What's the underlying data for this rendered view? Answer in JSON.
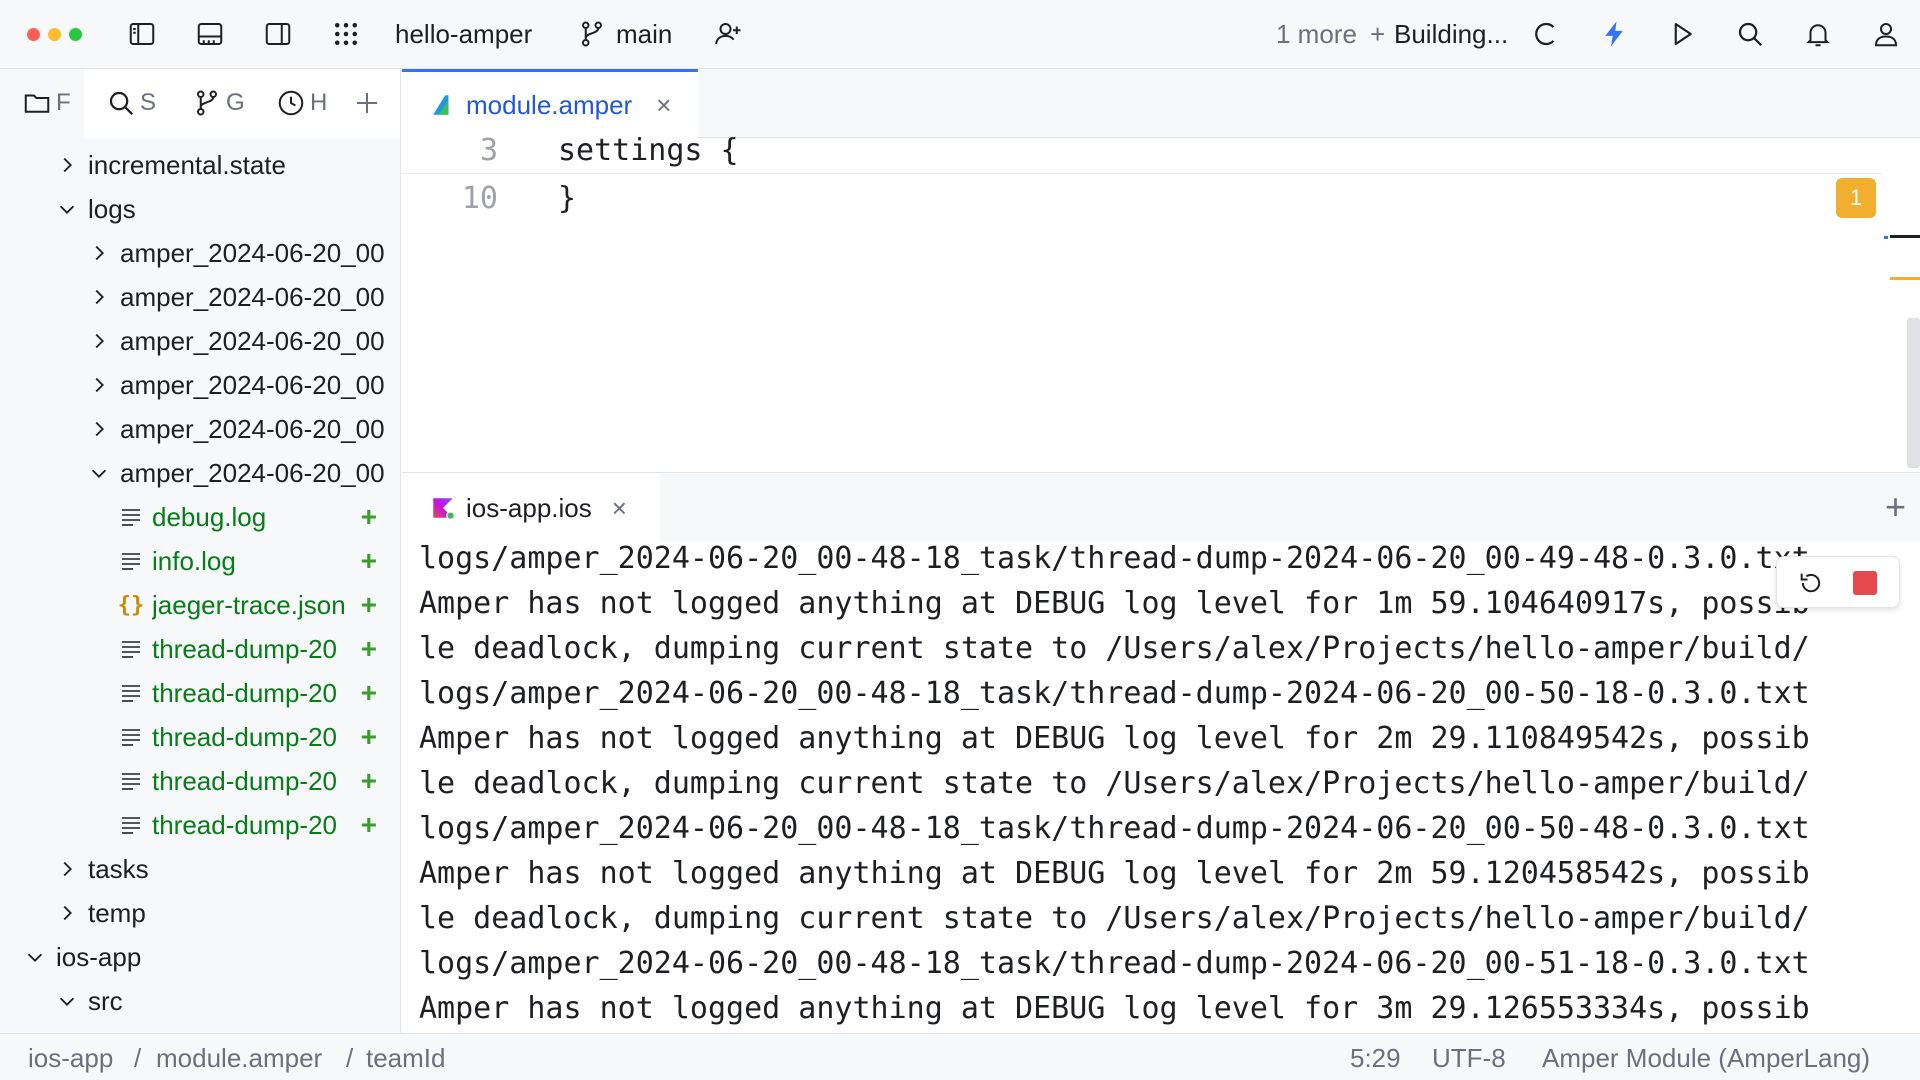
{
  "titlebar": {
    "project": "hello-amper",
    "branch": "main",
    "more": "1 more",
    "plus": "+",
    "building": "Building..."
  },
  "left_panel": {
    "tabs": [
      {
        "icon": "folder-icon",
        "label": "F"
      },
      {
        "icon": "search-icon",
        "label": "S"
      },
      {
        "icon": "git-branch-icon",
        "label": "G"
      },
      {
        "icon": "clock-icon",
        "label": "H"
      }
    ],
    "tree": [
      {
        "label": "incremental.state",
        "depth": 1,
        "expander": "collapsed",
        "kind": "folder"
      },
      {
        "label": "logs",
        "depth": 1,
        "expander": "expanded",
        "kind": "folder"
      },
      {
        "label": "amper_2024-06-20_00",
        "depth": 2,
        "expander": "collapsed",
        "kind": "folder"
      },
      {
        "label": "amper_2024-06-20_00",
        "depth": 2,
        "expander": "collapsed",
        "kind": "folder"
      },
      {
        "label": "amper_2024-06-20_00",
        "depth": 2,
        "expander": "collapsed",
        "kind": "folder"
      },
      {
        "label": "amper_2024-06-20_00",
        "depth": 2,
        "expander": "collapsed",
        "kind": "folder"
      },
      {
        "label": "amper_2024-06-20_00",
        "depth": 2,
        "expander": "collapsed",
        "kind": "folder"
      },
      {
        "label": "amper_2024-06-20_00",
        "depth": 2,
        "expander": "expanded",
        "kind": "folder"
      },
      {
        "label": "debug.log",
        "depth": 3,
        "expander": "none",
        "kind": "text",
        "status": "added"
      },
      {
        "label": "info.log",
        "depth": 3,
        "expander": "none",
        "kind": "text",
        "status": "added"
      },
      {
        "label": "jaeger-trace.json",
        "depth": 3,
        "expander": "none",
        "kind": "json",
        "status": "added"
      },
      {
        "label": "thread-dump-20",
        "depth": 3,
        "expander": "none",
        "kind": "text",
        "status": "added"
      },
      {
        "label": "thread-dump-20",
        "depth": 3,
        "expander": "none",
        "kind": "text",
        "status": "added"
      },
      {
        "label": "thread-dump-20",
        "depth": 3,
        "expander": "none",
        "kind": "text",
        "status": "added"
      },
      {
        "label": "thread-dump-20",
        "depth": 3,
        "expander": "none",
        "kind": "text",
        "status": "added"
      },
      {
        "label": "thread-dump-20",
        "depth": 3,
        "expander": "none",
        "kind": "text",
        "status": "added"
      },
      {
        "label": "tasks",
        "depth": 1,
        "expander": "collapsed",
        "kind": "folder"
      },
      {
        "label": "temp",
        "depth": 1,
        "expander": "collapsed",
        "kind": "folder"
      },
      {
        "label": "ios-app",
        "depth": 0,
        "expander": "expanded",
        "kind": "folder"
      },
      {
        "label": "src",
        "depth": 1,
        "expander": "expanded",
        "kind": "folder"
      }
    ],
    "added_marker": "+"
  },
  "editor": {
    "tab": {
      "name": "module.amper",
      "close": "×"
    },
    "lines": [
      {
        "num": "3",
        "text": "settings {"
      },
      {
        "num": "10",
        "text": "}"
      }
    ],
    "warning_count": "1"
  },
  "run": {
    "tab": {
      "name": "ios-app.ios",
      "close": "×"
    },
    "add": "+",
    "console_lines": [
      "logs/amper_2024-06-20_00-48-18_task/thread-dump-2024-06-20_00-49-48-0.3.0.txt",
      "Amper has not logged anything at DEBUG log level for 1m 59.104640917s, possib",
      "le deadlock, dumping current state to /Users/alex/Projects/hello-amper/build/",
      "logs/amper_2024-06-20_00-48-18_task/thread-dump-2024-06-20_00-50-18-0.3.0.txt",
      "Amper has not logged anything at DEBUG log level for 2m 29.110849542s, possib",
      "le deadlock, dumping current state to /Users/alex/Projects/hello-amper/build/",
      "logs/amper_2024-06-20_00-48-18_task/thread-dump-2024-06-20_00-50-48-0.3.0.txt",
      "Amper has not logged anything at DEBUG log level for 2m 59.120458542s, possib",
      "le deadlock, dumping current state to /Users/alex/Projects/hello-amper/build/",
      "logs/amper_2024-06-20_00-48-18_task/thread-dump-2024-06-20_00-51-18-0.3.0.txt",
      "Amper has not logged anything at DEBUG log level for 3m 29.126553334s, possib"
    ]
  },
  "statusbar": {
    "breadcrumbs": [
      "ios-app",
      "module.amper",
      "teamId"
    ],
    "separator": "/",
    "position": "5:29",
    "encoding": "UTF-8",
    "file_type": "Amper Module (AmperLang)"
  },
  "colors": {
    "accent": "#3574f0",
    "added_green": "#067d17",
    "warning": "#f2ae2f",
    "stop_red": "#e5484d"
  }
}
